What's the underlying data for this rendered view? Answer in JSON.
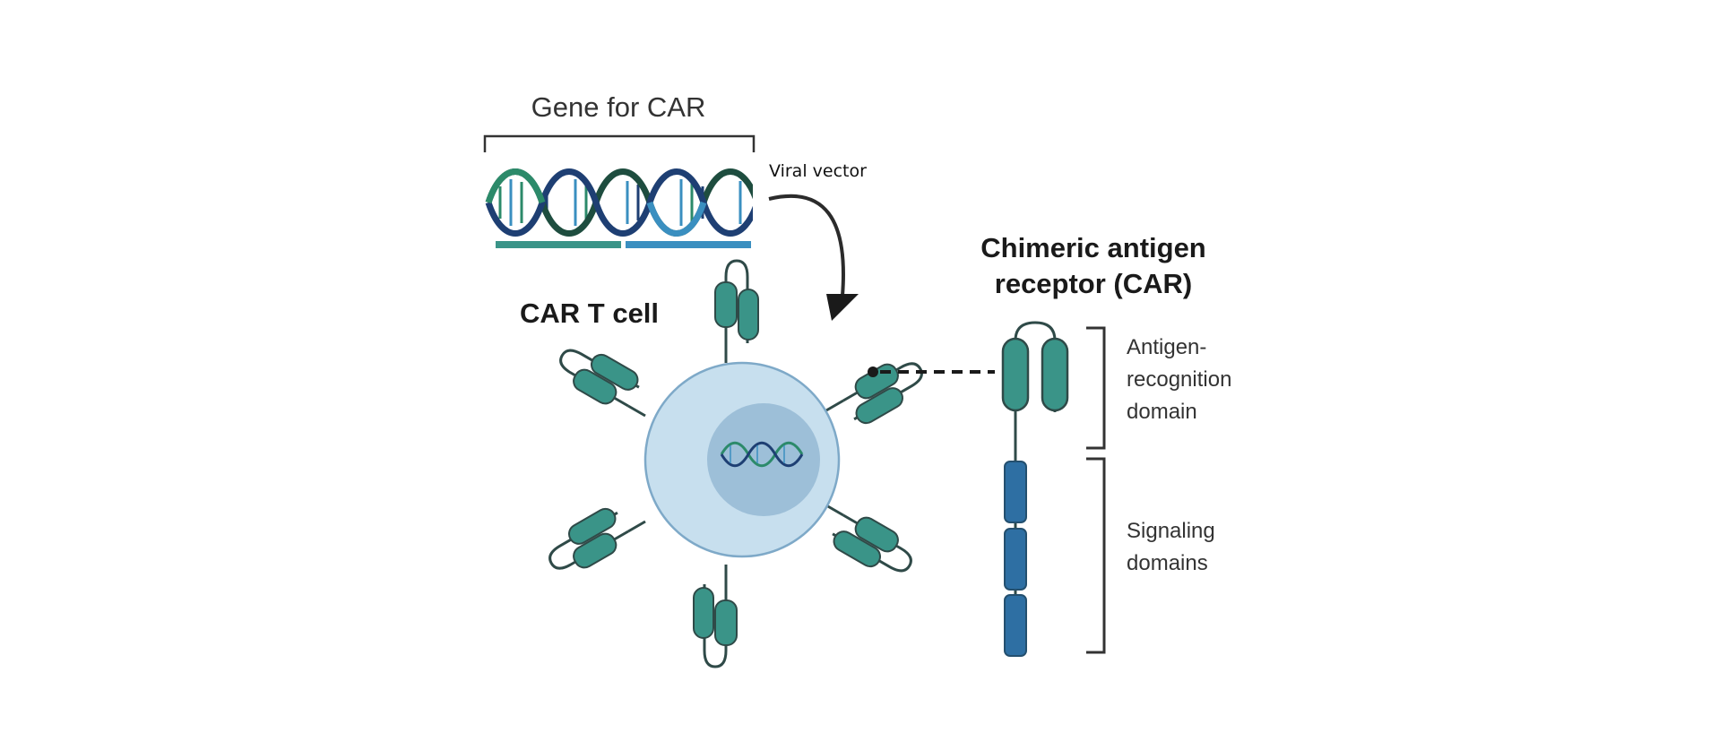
{
  "labels": {
    "gene_for_car": "Gene for CAR",
    "viral_vector": "Viral vector",
    "car_t_cell": "CAR T cell",
    "chimeric_line1": "Chimeric antigen",
    "chimeric_line2": "receptor (CAR)",
    "antigen_line1": "Antigen-",
    "antigen_line2": "recognition",
    "antigen_line3": "domain",
    "signaling_line1": "Signaling",
    "signaling_line2": "domains"
  },
  "colors": {
    "receptor_teal": "#3a9488",
    "receptor_outline": "#2f4a48",
    "signaling_blue": "#2e6fa3",
    "cell_outer": "#c7dfee",
    "cell_nucleus": "#9dbfd8",
    "dna_green": "#2c8a6a",
    "dna_navy": "#1e3f73",
    "dna_blue": "#3a8fc0",
    "bracket": "#333333"
  },
  "icons": {
    "dna": "dna-helix-icon",
    "cell": "t-cell-icon",
    "receptor": "car-receptor-icon",
    "arrow": "curved-arrow-icon"
  }
}
